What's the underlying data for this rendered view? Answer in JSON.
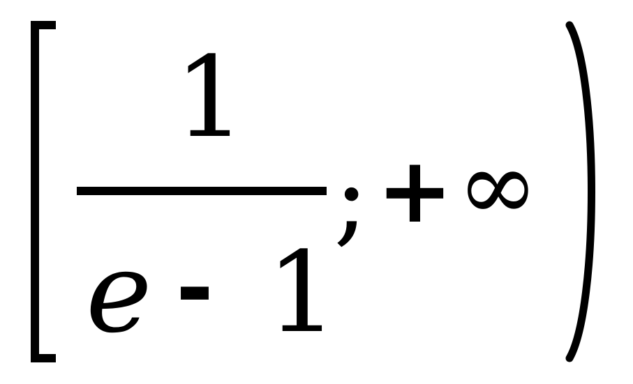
{
  "expression": {
    "open_bracket": "[",
    "numerator": "1",
    "denominator": {
      "variable": "e",
      "operator": "-",
      "constant": "1"
    },
    "separator": ";",
    "upper_sign": "+",
    "upper_bound": "∞",
    "close_paren": ")"
  }
}
